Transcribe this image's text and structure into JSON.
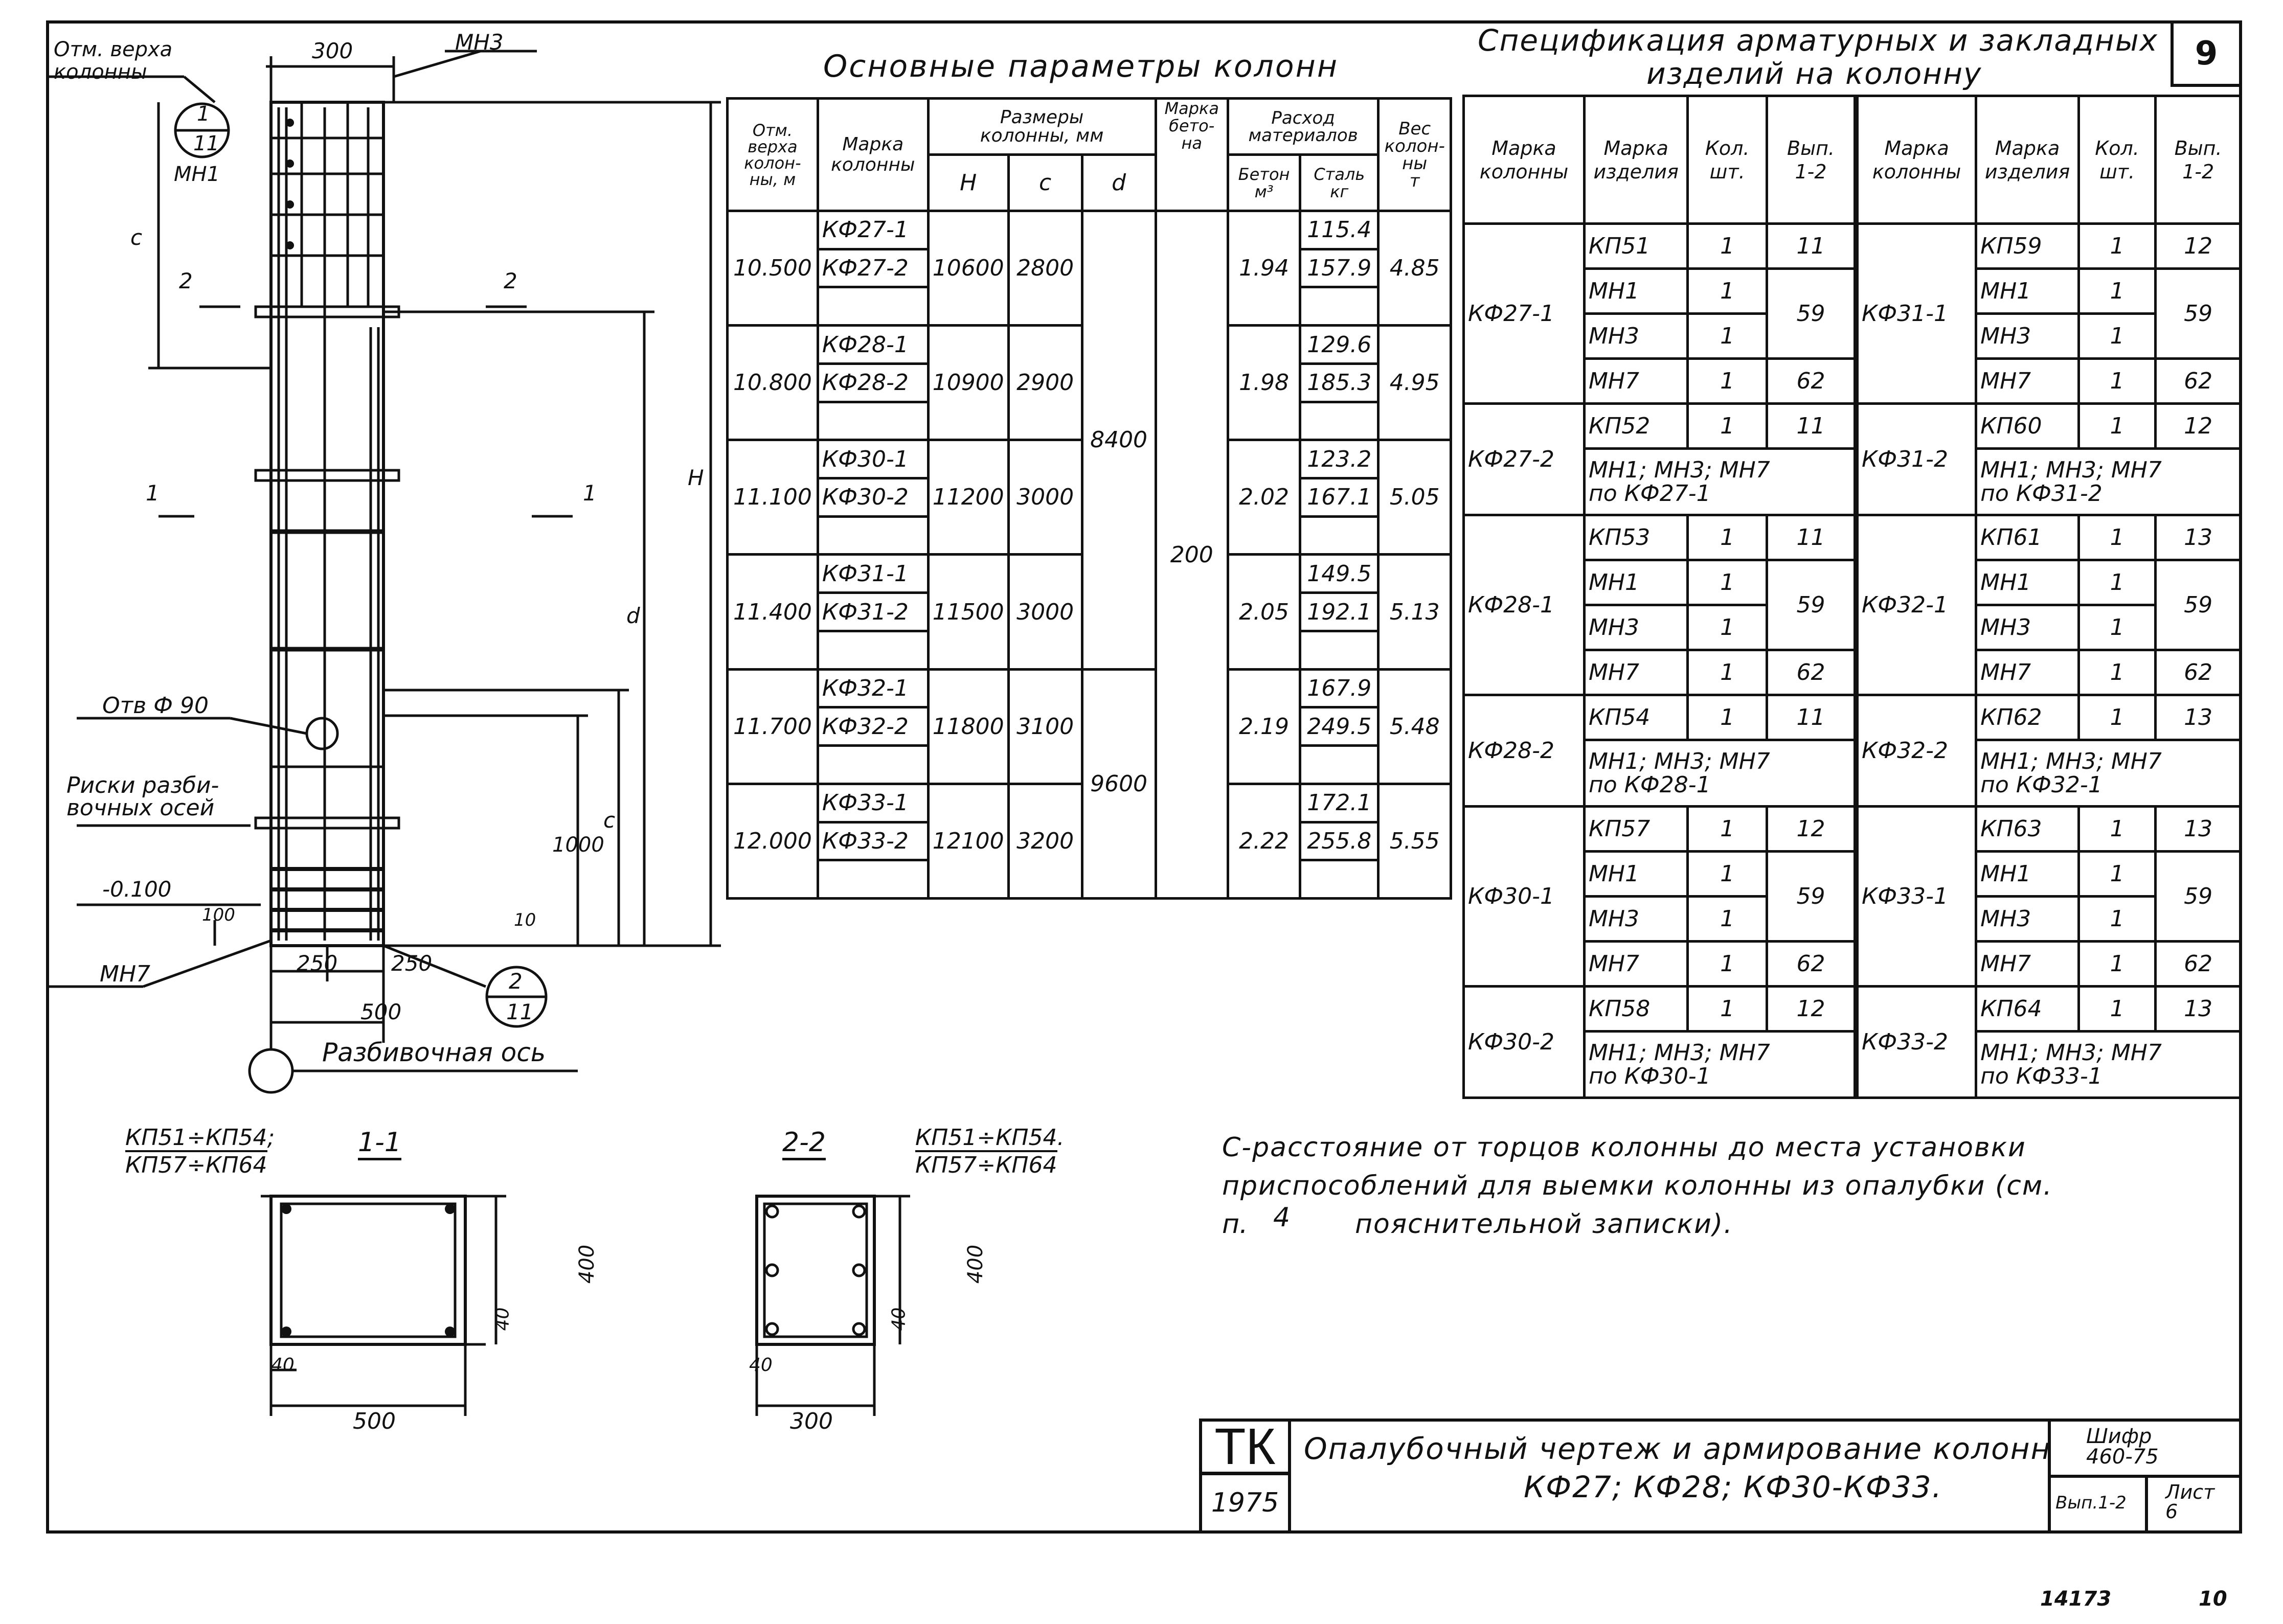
{
  "sheet_number": "9",
  "left_drawing": {
    "top_mark_label": "Отм. верха\nколонны",
    "dim_300": "300",
    "mn3_label": "МН3",
    "node1": {
      "top": "1",
      "bottom": "11"
    },
    "mn1_label": "МН1",
    "c_label": "с",
    "h_label": "Н",
    "d_label": "d",
    "section_mark_1": "1",
    "section_mark_2": "2",
    "hole_label": "Отв Ф 90",
    "risk_label": "Риски разби-\nвочных осей",
    "level_label": "-0.100",
    "dim_100": "100",
    "dim_1000": "1000",
    "dim_10": "10",
    "mn7_label": "МН7",
    "dim_250a": "250",
    "dim_250b": "250",
    "dim_500": "500",
    "node2": {
      "top": "2",
      "bottom": "11"
    },
    "axis_label": "Разбивочная ось"
  },
  "sections": {
    "s11": {
      "title": "1-1",
      "note_top": "КП51÷КП54;",
      "note_bottom": "КП57÷КП64",
      "dim_400": "400",
      "dim_40a": "40",
      "dim_40b": "40",
      "dim_width": "500"
    },
    "s22": {
      "title": "2-2",
      "note_top": "КП51÷КП54.",
      "note_bottom": "КП57÷КП64",
      "dim_400": "400",
      "dim_40a": "40",
      "dim_40b": "40",
      "dim_width": "300"
    }
  },
  "params": {
    "title": "Основные параметры колонн",
    "headers": {
      "otm": "Отм.\nверха\nколон-\nны, м",
      "marka": "Марка\nколонны",
      "sizes": "Размеры\nколонны, мм",
      "H": "Н",
      "c": "с",
      "d": "d",
      "concrete": "Марка\nбето-\nна",
      "consumption": "Расход\nматериалов",
      "beton": "Бетон\nм³",
      "steel": "Сталь\nкг",
      "weight": "Вес\nколон-\nны\nт"
    },
    "groups": [
      {
        "otm": "10.500",
        "marks": [
          "КФ27-1",
          "КФ27-2"
        ],
        "H": "10600",
        "c": "2800",
        "beton": "1.94",
        "steel": [
          "115.4",
          "157.9"
        ],
        "weight": "4.85"
      },
      {
        "otm": "10.800",
        "marks": [
          "КФ28-1",
          "КФ28-2"
        ],
        "H": "10900",
        "c": "2900",
        "beton": "1.98",
        "steel": [
          "129.6",
          "185.3"
        ],
        "weight": "4.95"
      },
      {
        "otm": "11.100",
        "marks": [
          "КФ30-1",
          "КФ30-2"
        ],
        "H": "11200",
        "c": "3000",
        "beton": "2.02",
        "steel": [
          "123.2",
          "167.1"
        ],
        "weight": "5.05"
      },
      {
        "otm": "11.400",
        "marks": [
          "КФ31-1",
          "КФ31-2"
        ],
        "H": "11500",
        "c": "3000",
        "beton": "2.05",
        "steel": [
          "149.5",
          "192.1"
        ],
        "weight": "5.13"
      },
      {
        "otm": "11.700",
        "marks": [
          "КФ32-1",
          "КФ32-2"
        ],
        "H": "11800",
        "c": "3100",
        "beton": "2.19",
        "steel": [
          "167.9",
          "249.5"
        ],
        "weight": "5.48"
      },
      {
        "otm": "12.000",
        "marks": [
          "КФ33-1",
          "КФ33-2"
        ],
        "H": "12100",
        "c": "3200",
        "beton": "2.22",
        "steel": [
          "172.1",
          "255.8"
        ],
        "weight": "5.55"
      }
    ],
    "d_top": "8400",
    "d_bottom": "9600",
    "concrete_grade": "200"
  },
  "spec": {
    "title_line1": "Спецификация арматурных и закладных",
    "title_line2": "изделий на колонну",
    "headers": {
      "col_mark": "Марка\nколонны",
      "item_mark": "Марка\nизделия",
      "qty": "Кол.\nшт.",
      "vyp": "Вып.\n1-2"
    },
    "left": [
      {
        "column": "КФ27-1",
        "items": [
          [
            "КП51",
            "1",
            "11"
          ],
          [
            "МН1",
            "1",
            "59"
          ],
          [
            "МН3",
            "1",
            ""
          ],
          [
            "МН7",
            "1",
            "62"
          ]
        ]
      },
      {
        "column": "КФ27-2",
        "items": [
          [
            "КП52",
            "1",
            "11"
          ]
        ],
        "note": "МН1; МН3; МН7\nпо КФ27-1"
      },
      {
        "column": "КФ28-1",
        "items": [
          [
            "КП53",
            "1",
            "11"
          ],
          [
            "МН1",
            "1",
            "59"
          ],
          [
            "МН3",
            "1",
            ""
          ],
          [
            "МН7",
            "1",
            "62"
          ]
        ]
      },
      {
        "column": "КФ28-2",
        "items": [
          [
            "КП54",
            "1",
            "11"
          ]
        ],
        "note": "МН1; МН3; МН7\nпо КФ28-1"
      },
      {
        "column": "КФ30-1",
        "items": [
          [
            "КП57",
            "1",
            "12"
          ],
          [
            "МН1",
            "1",
            "59"
          ],
          [
            "МН3",
            "1",
            ""
          ],
          [
            "МН7",
            "1",
            "62"
          ]
        ]
      },
      {
        "column": "КФ30-2",
        "items": [
          [
            "КП58",
            "1",
            "12"
          ]
        ],
        "note": "МН1; МН3; МН7\nпо КФ30-1"
      }
    ],
    "right": [
      {
        "column": "КФ31-1",
        "items": [
          [
            "КП59",
            "1",
            "12"
          ],
          [
            "МН1",
            "1",
            "59"
          ],
          [
            "МН3",
            "1",
            ""
          ],
          [
            "МН7",
            "1",
            "62"
          ]
        ]
      },
      {
        "column": "КФ31-2",
        "items": [
          [
            "КП60",
            "1",
            "12"
          ]
        ],
        "note": "МН1; МН3; МН7\nпо КФ31-2"
      },
      {
        "column": "КФ32-1",
        "items": [
          [
            "КП61",
            "1",
            "13"
          ],
          [
            "МН1",
            "1",
            "59"
          ],
          [
            "МН3",
            "1",
            ""
          ],
          [
            "МН7",
            "1",
            "62"
          ]
        ]
      },
      {
        "column": "КФ32-2",
        "items": [
          [
            "КП62",
            "1",
            "13"
          ]
        ],
        "note": "МН1; МН3; МН7\nпо КФ32-1"
      },
      {
        "column": "КФ33-1",
        "items": [
          [
            "КП63",
            "1",
            "13"
          ],
          [
            "МН1",
            "1",
            "59"
          ],
          [
            "МН3",
            "1",
            ""
          ],
          [
            "МН7",
            "1",
            "62"
          ]
        ]
      },
      {
        "column": "КФ33-2",
        "items": [
          [
            "КП64",
            "1",
            "13"
          ]
        ],
        "note": "МН1; МН3; МН7\nпо КФ33-1"
      }
    ]
  },
  "note": {
    "line1": "С-расстояние от торцов колонны до места установки",
    "line2": "приспособлений для выемки колонны из опалубки (см.",
    "line3_a": "п.",
    "line3_b": "4",
    "line3_c": "пояснительной записки)."
  },
  "title_block": {
    "org": "ТК",
    "year": "1975",
    "title_line1": "Опалубочный чертеж и армирование колонн",
    "title_line2": "КФ27; КФ28; КФ30-КФ33.",
    "cipher": "Шифр\n460-75",
    "vyp": "Вып.1-2",
    "list": "Лист\n6"
  },
  "footer": {
    "inv": "14173",
    "page": "10"
  }
}
